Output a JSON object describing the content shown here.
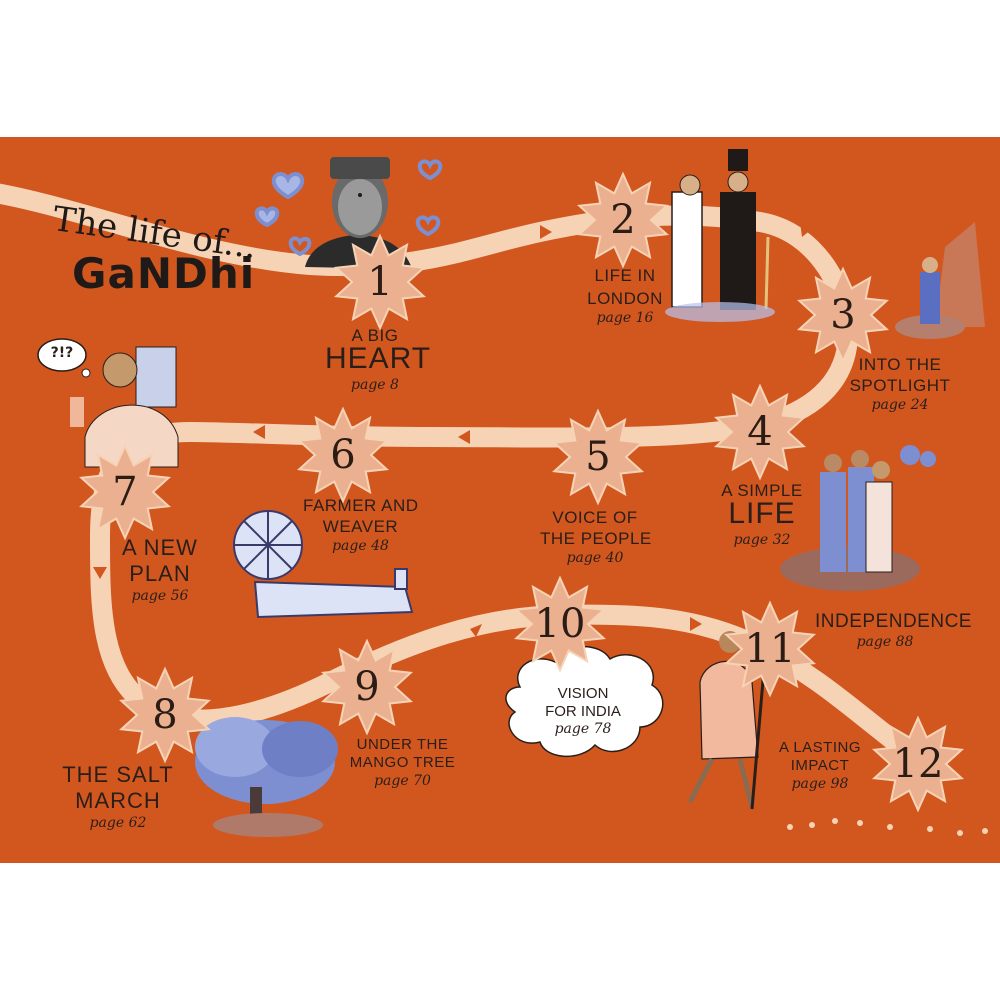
{
  "title": {
    "line1": "The life of...",
    "line2": "GaNDhi"
  },
  "colors": {
    "board": "#d1571f",
    "path": "#f7d3b6",
    "star": "#eab08f",
    "ink": "#2a1e1a",
    "accent_blue": "#7d8fd1"
  },
  "stops": [
    {
      "num": "1",
      "lines": [
        "A BIG"
      ],
      "big": "HEART",
      "page": "page 8"
    },
    {
      "num": "2",
      "lines": [
        "LIFE IN",
        "LONDON"
      ],
      "big": "",
      "page": "page 16"
    },
    {
      "num": "3",
      "lines": [
        "INTO THE",
        "SPOTLIGHT"
      ],
      "big": "",
      "page": "page 24"
    },
    {
      "num": "4",
      "lines": [
        "A SIMPLE"
      ],
      "big": "LIFE",
      "page": "page 32"
    },
    {
      "num": "5",
      "lines": [
        "VOICE OF",
        "THE PEOPLE"
      ],
      "big": "",
      "page": "page 40"
    },
    {
      "num": "6",
      "lines": [
        "FARMER AND",
        "WEAVER"
      ],
      "big": "",
      "page": "page 48"
    },
    {
      "num": "7",
      "lines": [
        "A NEW",
        "PLAN"
      ],
      "big": "",
      "page": "page 56"
    },
    {
      "num": "8",
      "lines": [
        "THE SALT",
        "MARCH"
      ],
      "big": "",
      "page": "page 62"
    },
    {
      "num": "9",
      "lines": [
        "UNDER THE",
        "MANGO TREE"
      ],
      "big": "",
      "page": "page 70"
    },
    {
      "num": "10",
      "lines": [
        "VISION",
        "FOR INDIA"
      ],
      "big": "",
      "page": "page 78"
    },
    {
      "num": "11",
      "lines": [
        "INDEPENDENCE"
      ],
      "big": "",
      "page": "page 88"
    },
    {
      "num": "12",
      "lines": [
        "A LASTING",
        "IMPACT"
      ],
      "big": "",
      "page": "page 98"
    }
  ],
  "thought_bubble": "?!?"
}
